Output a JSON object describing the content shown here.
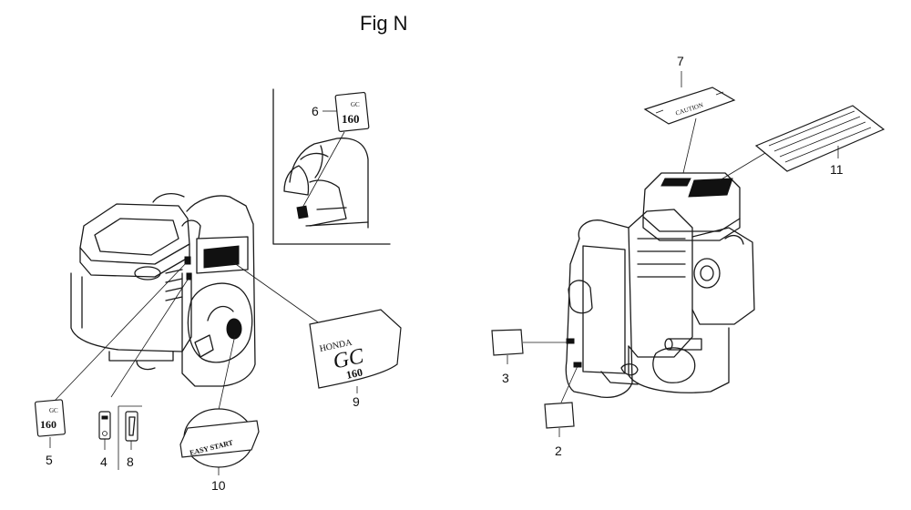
{
  "figure": {
    "title": "Fig N"
  },
  "callouts": {
    "c2": "2",
    "c3": "3",
    "c4": "4",
    "c5": "5",
    "c6": "6",
    "c7": "7",
    "c8": "8",
    "c9": "9",
    "c10": "10",
    "c11": "11"
  },
  "decals": {
    "badge_top": "GC",
    "badge_number": "160",
    "brand": "HONDA",
    "model_letters": "GC",
    "model_number": "160",
    "tape_text": "EASY START",
    "caution_text": "CAUTION"
  }
}
